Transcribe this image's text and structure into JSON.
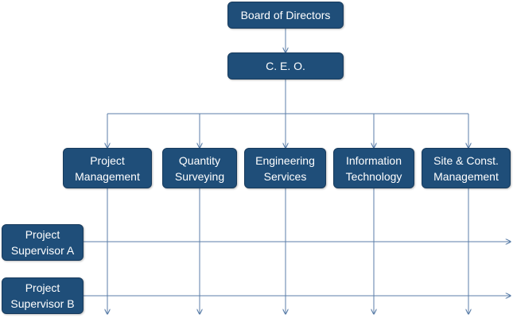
{
  "colors": {
    "node_fill": "#1f4e79",
    "node_text": "#ffffff",
    "connector": "#5b7ea8"
  },
  "nodes": {
    "board": {
      "label": "Board of Directors"
    },
    "ceo": {
      "label": "C. E. O."
    },
    "departments": [
      {
        "line1": "Project",
        "line2": "Management"
      },
      {
        "line1": "Quantity",
        "line2": "Surveying"
      },
      {
        "line1": "Engineering",
        "line2": "Services"
      },
      {
        "line1": "Information",
        "line2": "Technology"
      },
      {
        "line1": "Site & Const.",
        "line2": "Management"
      }
    ],
    "supervisors": [
      {
        "line1": "Project",
        "line2": "Supervisor A"
      },
      {
        "line1": "Project",
        "line2": "Supervisor B"
      }
    ]
  }
}
